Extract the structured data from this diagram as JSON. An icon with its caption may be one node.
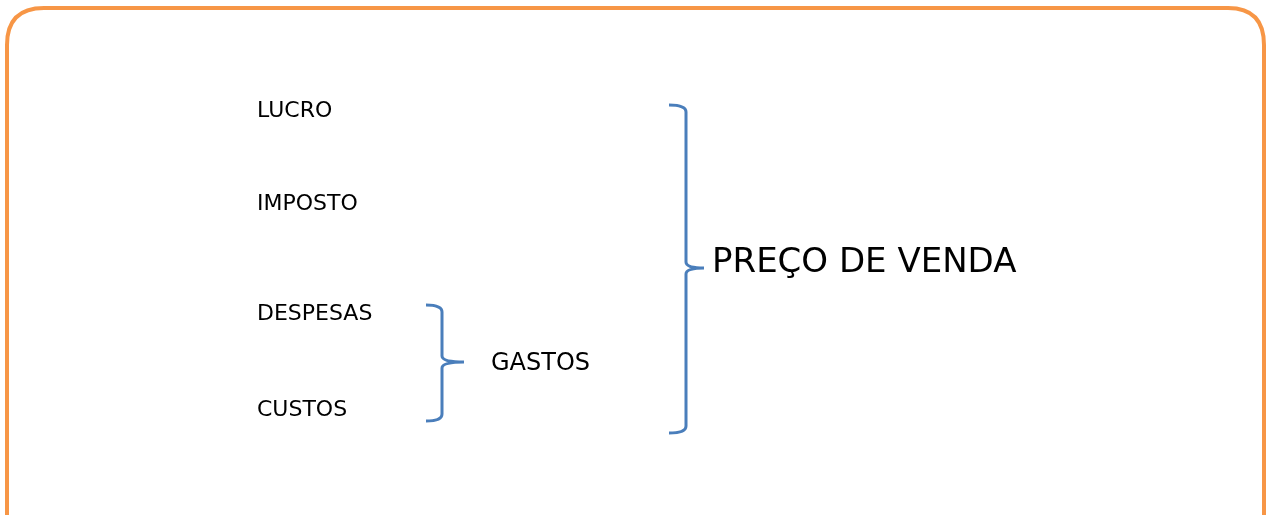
{
  "diagram": {
    "labels": [
      "LUCRO",
      "IMPOSTO",
      "PREÇO DE VENDA",
      "DESPESAS",
      "GASTOS",
      "CUSTOS"
    ]
  }
}
